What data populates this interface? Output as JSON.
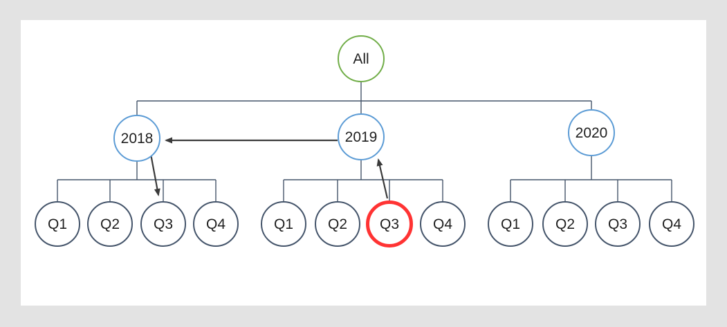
{
  "page": {
    "background_color": "#E3E3E3",
    "canvas_color": "#FFFFFF"
  },
  "diagram": {
    "type": "hierarchy-tree",
    "root": {
      "label": "All",
      "border_color": "#70AD47"
    },
    "years": [
      {
        "label": "2018",
        "border_color": "#5B9BD5",
        "quarters": [
          "Q1",
          "Q2",
          "Q3",
          "Q4"
        ]
      },
      {
        "label": "2019",
        "border_color": "#5B9BD5",
        "quarters": [
          "Q1",
          "Q2",
          "Q3",
          "Q4"
        ],
        "highlighted_quarter": "Q3",
        "highlight_color": "#FF3333"
      },
      {
        "label": "2020",
        "border_color": "#5B9BD5",
        "quarters": [
          "Q1",
          "Q2",
          "Q3",
          "Q4"
        ]
      }
    ],
    "quarter_border_color": "#44546A",
    "connector_color": "#44546A",
    "arrow_color": "#3A3A3A",
    "arrows": [
      {
        "from": "2019",
        "to": "2018"
      },
      {
        "from": "2018",
        "to": "2018 Q3"
      },
      {
        "from": "2019 Q3",
        "to": "2019"
      }
    ]
  }
}
